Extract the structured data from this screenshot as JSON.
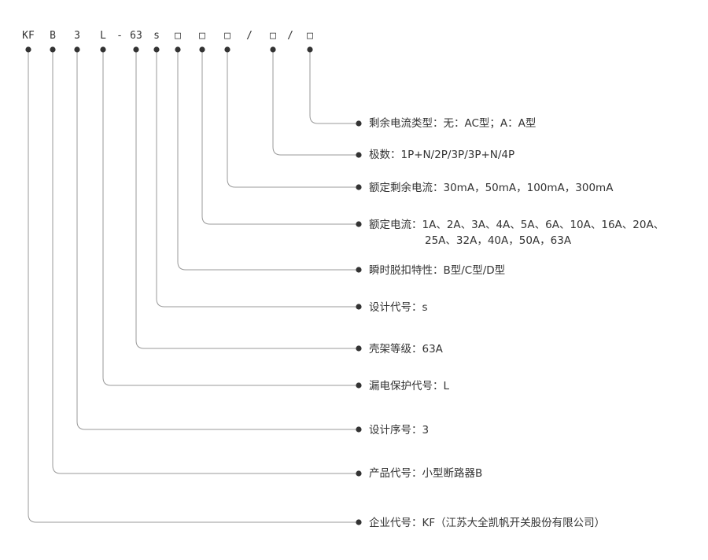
{
  "model_code": {
    "tokens": [
      "KF",
      "B",
      "3",
      "L",
      "-",
      "63",
      "s",
      "□",
      "□",
      "□",
      "/",
      "□",
      "/",
      "□"
    ]
  },
  "descriptions": [
    {
      "label": "剩余电流类型",
      "value": "无：AC型；A：A型"
    },
    {
      "label": "极数",
      "value": "1P+N/2P/3P/3P+N/4P"
    },
    {
      "label": "额定剩余电流",
      "value": "30mA，50mA，100mA，300mA"
    },
    {
      "label": "额定电流",
      "value": "1A、2A、3A、4A、5A、6A、10A、16A、20A、",
      "value_cont": "25A、32A，40A，50A，63A"
    },
    {
      "label": "瞬时脱扣特性",
      "value": "B型/C型/D型"
    },
    {
      "label": "设计代号",
      "value": "s"
    },
    {
      "label": "壳架等级",
      "value": "63A"
    },
    {
      "label": "漏电保护代号",
      "value": "L"
    },
    {
      "label": "设计序号",
      "value": "3"
    },
    {
      "label": "产品代号",
      "value": "小型断路器B"
    },
    {
      "label": "企业代号",
      "value": "KF（江苏大全凯帆开关股份有限公司）"
    }
  ],
  "colors": {
    "line": "#9a9a9a",
    "dot": "#333333",
    "text": "#333333"
  }
}
